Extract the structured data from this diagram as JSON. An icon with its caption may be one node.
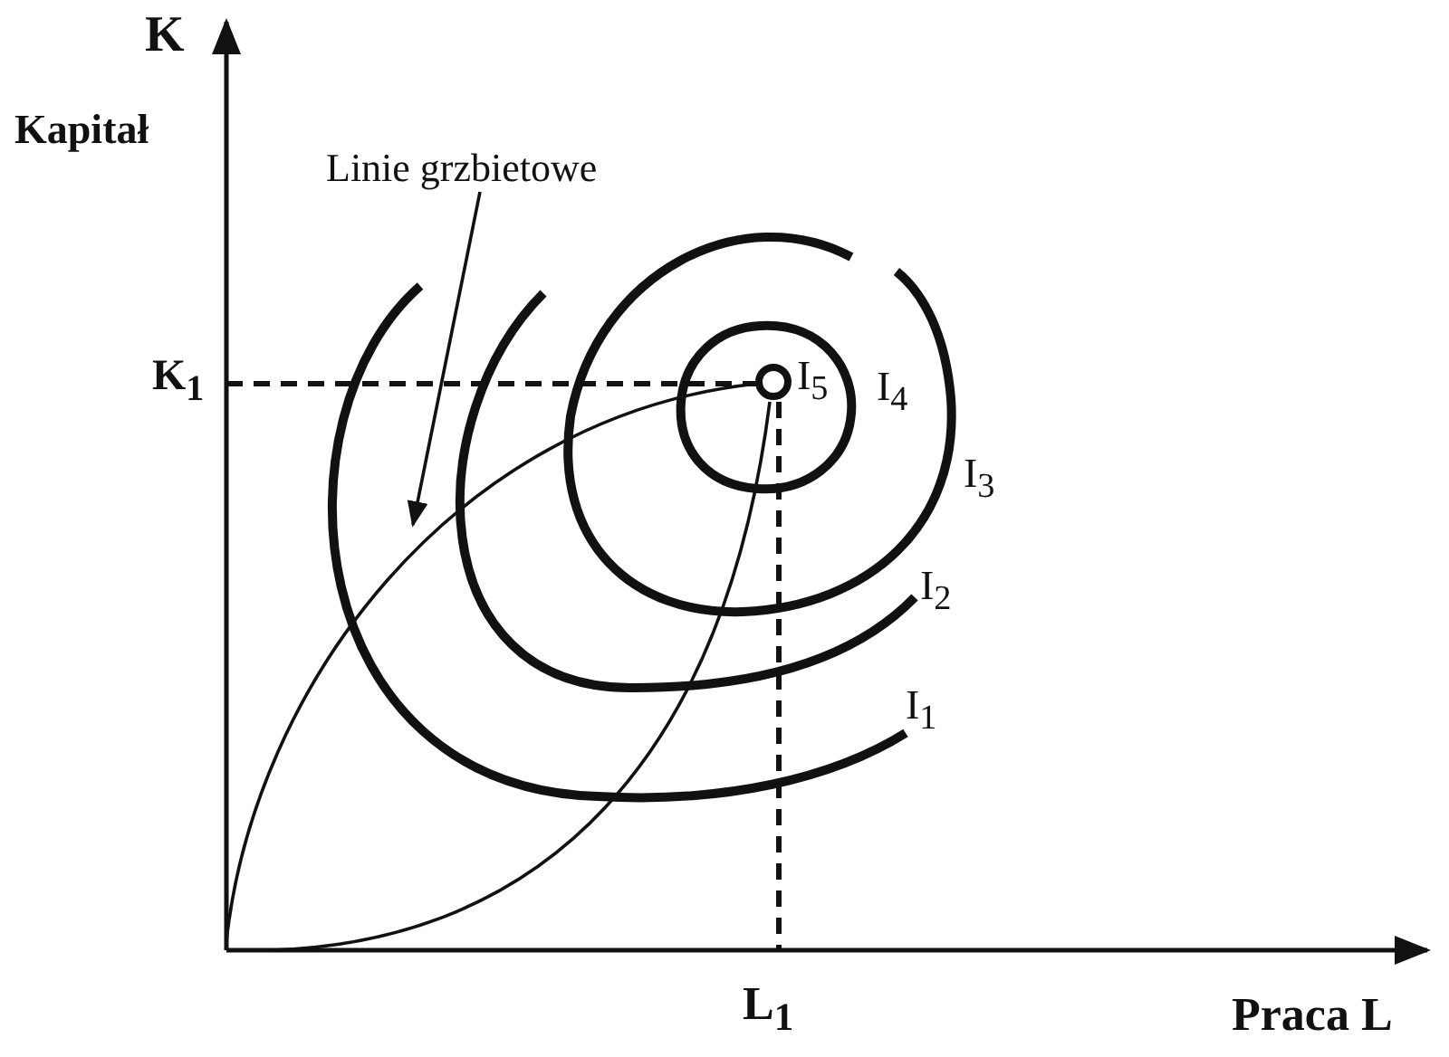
{
  "diagram": {
    "nodes": [
      {
        "text": [
          "Linie grzbietowe"
        ]
      },
      {
        "text": [],
        "shape": "line"
      }
    ],
    "edges": [
      {
        "from": 0,
        "to": 1,
        "arrow": "to"
      }
    ],
    "labels": [
      "K",
      "Kapitał",
      "K$_{1}$",
      "I$_{5}$",
      "I$_{4}$",
      "I$_{3}$",
      "I$_{2}$",
      "I$_{1}$",
      "L$_{1}$",
      "Praca L"
    ]
  }
}
